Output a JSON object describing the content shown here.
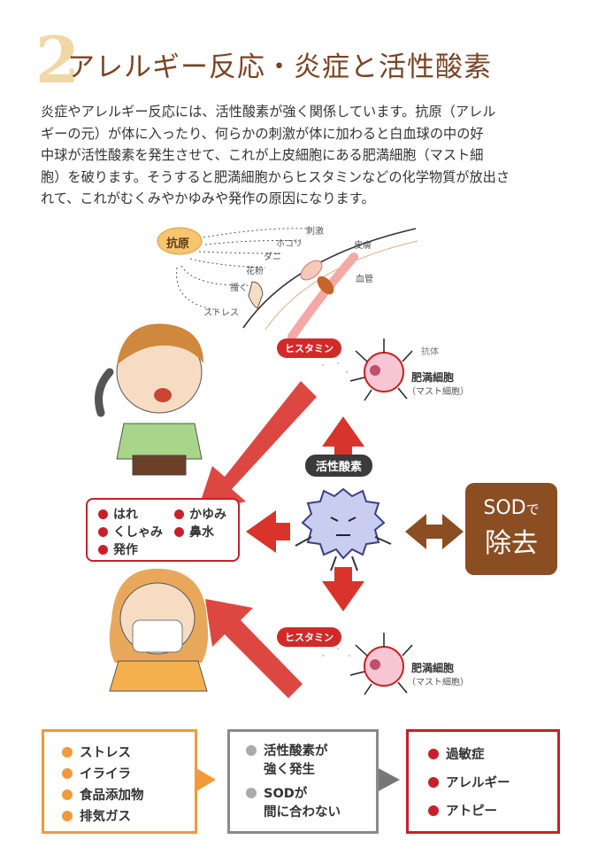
{
  "heading": {
    "number": "2",
    "title": "アレルギー反応・炎症と活性酸素"
  },
  "intro": [
    "炎症やアレルギー反応には、活性酸素が強く関係しています。抗原（アレル",
    "ギーの元）が体に入ったり、何らかの刺激が体に加わると白血球の中の好",
    "中球が活性酸素を発生させて、これが上皮細胞にある肥満細胞（マスト細",
    "胞）を破ります。そうすると肥満細胞からヒスタミンなどの化学物質が放出さ",
    "れて、これがむくみやかゆみや発作の原因になります。"
  ],
  "diagram": {
    "antigen": "抗原",
    "stimuli": [
      "刺激",
      "ホコリ",
      "ダニ",
      "花粉",
      "掻く",
      "ストレス"
    ],
    "skin": "皮膚",
    "vessel": "血管",
    "antibody": "抗体",
    "mast_cell": "肥満細胞",
    "mast_cell_sub": "（マスト細胞）",
    "histamine": "ヒスタミン",
    "active_oxygen": "活性酸素",
    "sod_line1": "SOD",
    "sod_line1_small": "で",
    "sod_line2": "除去",
    "symptoms": [
      "はれ",
      "かゆみ",
      "くしゃみ",
      "鼻水",
      "発作"
    ]
  },
  "flow": {
    "causes": [
      "ストレス",
      "イライラ",
      "食品添加物",
      "排気ガス"
    ],
    "middle": [
      [
        "活性酸素が",
        "強く発生"
      ],
      [
        "SODが",
        "間に合わない"
      ]
    ],
    "results": [
      "過敏症",
      "アレルギー",
      "アトピー"
    ],
    "colors": {
      "orange": "#f29a3a",
      "gray": "#8a8a8a",
      "red": "#c8202a"
    }
  }
}
